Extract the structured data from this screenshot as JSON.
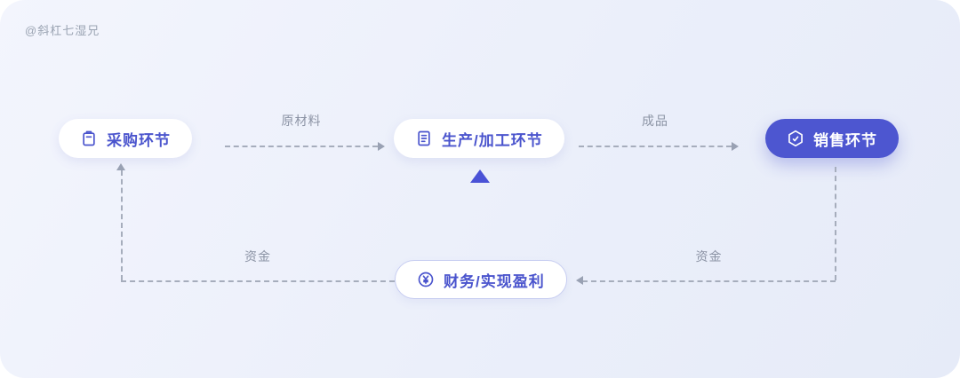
{
  "watermark": "@斜杠七湿兄",
  "nodes": {
    "procurement": {
      "label": "采购环节",
      "icon": "clipboard-icon"
    },
    "production": {
      "label": "生产/加工环节",
      "icon": "document-icon"
    },
    "sales": {
      "label": "销售环节",
      "icon": "hexagon-icon"
    },
    "finance": {
      "label": "财务/实现盈利",
      "icon": "yen-circle-icon"
    }
  },
  "edges": {
    "raw_materials": {
      "label": "原材料",
      "from": "procurement",
      "to": "production"
    },
    "finished_goods": {
      "label": "成品",
      "from": "production",
      "to": "sales"
    },
    "funds_sales_to_finance": {
      "label": "资金",
      "from": "sales",
      "to": "finance"
    },
    "funds_finance_to_procurement": {
      "label": "资金",
      "from": "finance",
      "to": "procurement"
    }
  },
  "colors": {
    "accent": "#4a54cd",
    "sales_node_bg": "#4d56d0",
    "node_text": "#4a54cd",
    "edge_label": "#8b93a4",
    "arrow": "#a6adbc",
    "background": "#ecf0fa"
  }
}
